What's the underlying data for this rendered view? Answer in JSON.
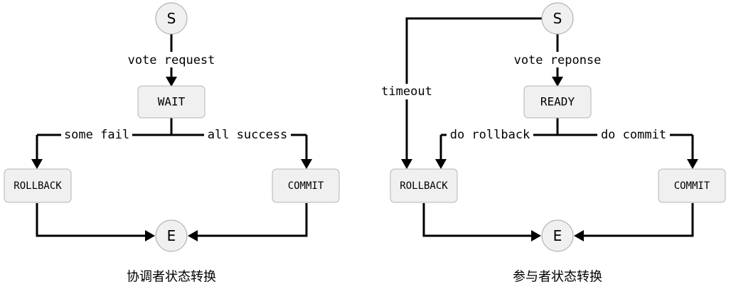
{
  "coordinator": {
    "caption": "协调者状态转换",
    "start": "S",
    "end": "E",
    "wait": "WAIT",
    "rollback": "ROLLBACK",
    "commit": "COMMIT",
    "edge_vote_request": "vote request",
    "edge_some_fail": "some fail",
    "edge_all_success": "all success"
  },
  "participant": {
    "caption": "参与者状态转换",
    "start": "S",
    "end": "E",
    "ready": "READY",
    "rollback": "ROLLBACK",
    "commit": "COMMIT",
    "edge_vote_response": "vote reponse",
    "edge_timeout": "timeout",
    "edge_do_rollback": "do rollback",
    "edge_do_commit": "do commit"
  }
}
